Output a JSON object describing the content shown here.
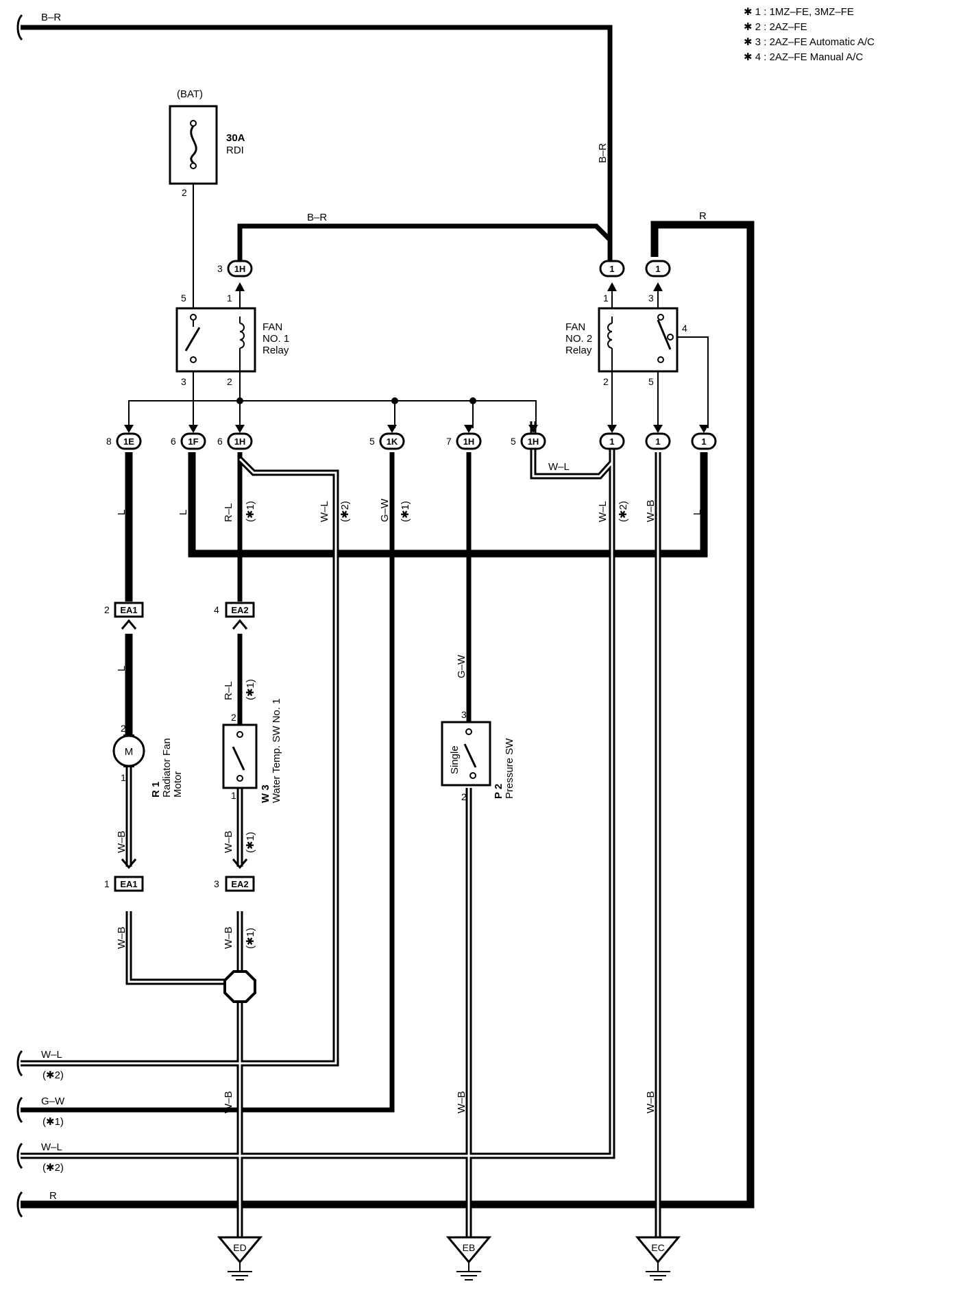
{
  "notes": [
    "✱ 1 : 1MZ–FE, 3MZ–FE",
    "✱ 2 : 2AZ–FE",
    "✱ 3 : 2AZ–FE Automatic A/C",
    "✱ 4 : 2AZ–FE Manual A/C"
  ],
  "fuse": {
    "source": "(BAT)",
    "rating": "30A",
    "name": "RDI",
    "pin": "2"
  },
  "relays": {
    "fan1": {
      "line1": "FAN",
      "line2": "NO. 1",
      "line3": "Relay",
      "pins": [
        "5",
        "1",
        "3",
        "2"
      ]
    },
    "fan2": {
      "line1": "FAN",
      "line2": "NO. 2",
      "line3": "Relay",
      "pins": [
        "1",
        "3",
        "4",
        "2",
        "5"
      ]
    }
  },
  "connectors": {
    "top": [
      {
        "id": "1H",
        "pin": "3"
      },
      {
        "id": "1",
        "pin": ""
      },
      {
        "id": "1",
        "pin": ""
      }
    ],
    "mid": [
      {
        "id": "1E",
        "pin": "8"
      },
      {
        "id": "1F",
        "pin": "6"
      },
      {
        "id": "1H",
        "pin": "6"
      },
      {
        "id": "1K",
        "pin": "5"
      },
      {
        "id": "1H",
        "pin": "7"
      },
      {
        "id": "1H",
        "pin": "5"
      },
      {
        "id": "1",
        "pin": ""
      },
      {
        "id": "1",
        "pin": ""
      },
      {
        "id": "1",
        "pin": ""
      }
    ],
    "inline": [
      {
        "id": "EA1",
        "pin": "2"
      },
      {
        "id": "EA2",
        "pin": "4"
      },
      {
        "id": "EA1",
        "pin": "1"
      },
      {
        "id": "EA2",
        "pin": "3"
      }
    ]
  },
  "wires": {
    "br": "B–R",
    "r": "R",
    "l": "L",
    "rl": "R–L",
    "wl": "W–L",
    "gw": "G–W",
    "wb": "W–B",
    "n1": "(✱1)",
    "n2": "(✱2)"
  },
  "components": {
    "motor": {
      "id": "R 1",
      "name1": "Radiator Fan",
      "name2": "Motor",
      "symbol": "M",
      "pin_top": "2",
      "pin_bottom": "1"
    },
    "water_sw": {
      "id": "W 3",
      "name": "Water Temp.  SW No. 1",
      "pin_top": "2",
      "pin_bottom": "1"
    },
    "pressure_sw": {
      "id": "P 2",
      "name": "Pressure SW",
      "inner": "Single",
      "pin_top": "3",
      "pin_bottom": "2"
    }
  },
  "left_edge": [
    "B–R",
    "W–L",
    "(✱2)",
    "G–W",
    "(✱1)",
    "W–L",
    "(✱2)",
    "R"
  ],
  "grounds": [
    "ED",
    "EB",
    "EC"
  ]
}
